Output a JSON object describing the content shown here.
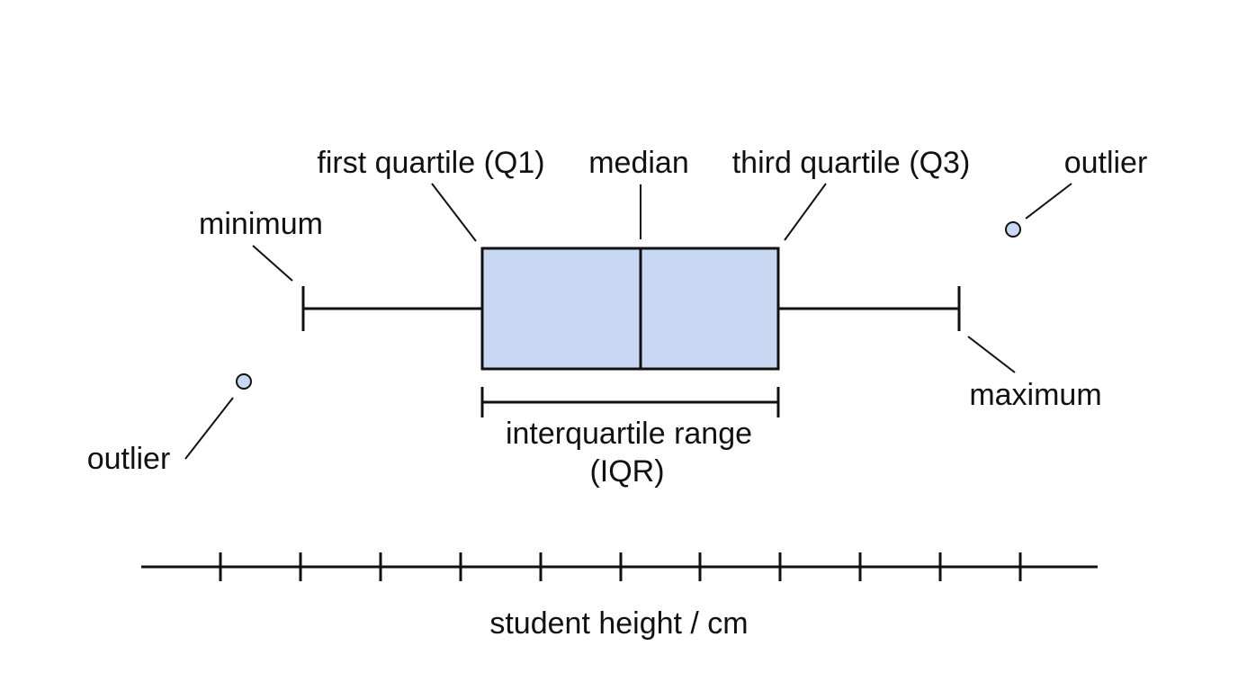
{
  "diagram": {
    "labels": {
      "first_quartile": "first quartile (Q1)",
      "median": "median",
      "third_quartile": "third quartile (Q3)",
      "outlier_top": "outlier",
      "minimum": "minimum",
      "maximum": "maximum",
      "outlier_bottom": "outlier",
      "iqr_line1": "interquartile range",
      "iqr_line2": "(IQR)",
      "axis_label": "student height / cm"
    },
    "colors": {
      "box_fill": "#c9d8f2",
      "outlier_fill": "#c9d8f2",
      "stroke": "#111111"
    }
  }
}
